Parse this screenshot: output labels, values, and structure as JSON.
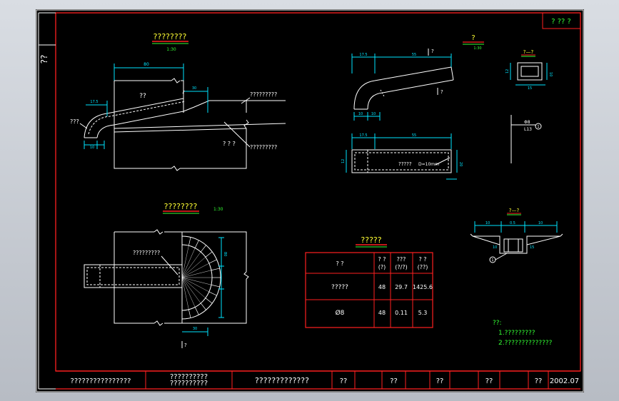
{
  "side_label": "??",
  "corner_label": "?  ??  ?",
  "views": {
    "section_title": "????????",
    "section_scale": "1:30",
    "plan_title": "????????",
    "plan_scale": "1:30",
    "top_elev_label": "?",
    "top_elev_scale": "1:30",
    "aa_title": "?—?",
    "bb_title": "?—?"
  },
  "labels": {
    "slope_pipe": "?????????",
    "ground": "?????????",
    "box_letters": "?  ?  ?",
    "center_q": "??",
    "left_q": "???",
    "plan_note": "?????????",
    "pipe_note": "?????",
    "pipe_dim": "D=10mm",
    "rebar_a": "Φ8",
    "rebar_b": "L13",
    "circle_1": "1",
    "section_mark_1": "?",
    "section_mark_2": "?",
    "plan_mark": "?"
  },
  "dims": {
    "s1_top": "80",
    "s1_30": "30",
    "s1_175": "17.5",
    "s1_10": "10",
    "s2_175": "17.5",
    "s2_55": "55",
    "s2_10": "10",
    "s2_10b": "10",
    "s3_175": "17.5",
    "s3_55": "55",
    "s3_12": "12",
    "s3_20": "20",
    "p_30": "30",
    "aa_12": "12",
    "aa_15": "15",
    "aa_10": "10",
    "bb_10": "10",
    "bb_15": "15",
    "bb_05": "0.5",
    "bb_10b": "10",
    "side_80": "80"
  },
  "table": {
    "title": "?????",
    "headers": [
      "?    ?",
      "? ?\n(?)",
      "???\n(?/?)",
      "? ?\n(??)"
    ],
    "rows": [
      [
        "?????",
        "48",
        "29.7",
        "1425.6"
      ],
      [
        "Ø8",
        "48",
        "0.11",
        "5.3"
      ]
    ]
  },
  "notes": {
    "heading": "??:",
    "items": [
      "1.?????????",
      "2.??????????????"
    ]
  },
  "title_block": {
    "cells": [
      "????????????????",
      "??????????\n??????????",
      "?????????????",
      "??",
      "",
      "??",
      "",
      "??",
      "",
      "??",
      "",
      "??",
      "2002.07"
    ]
  },
  "colors": {
    "frame": "#ff2020",
    "line": "#ffffff",
    "dim": "#00e5ff",
    "title": "#ffff33",
    "underline_red": "#ff2020",
    "underline_green": "#33ff33",
    "table_text": "#ffffff",
    "note": "#33ff33"
  }
}
